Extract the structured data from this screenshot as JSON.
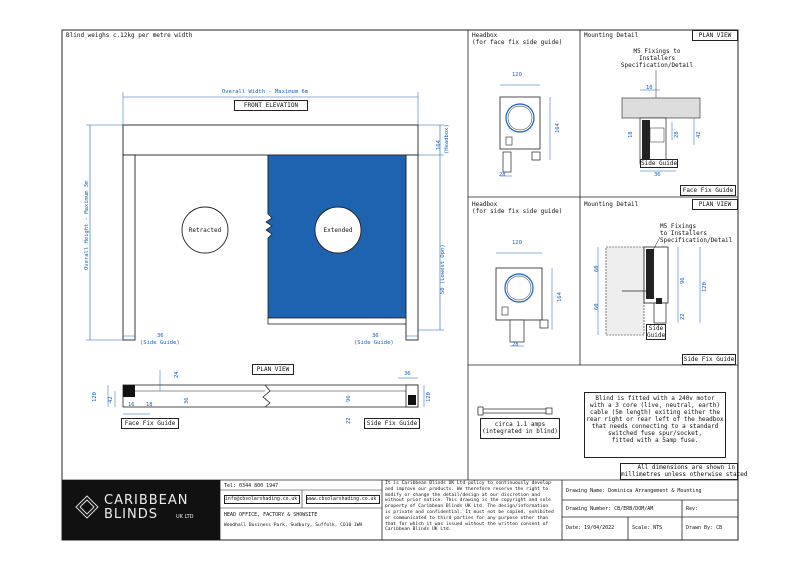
{
  "drawing": {
    "weight_note": "Blind weighs c.12kg per metre width",
    "front_elevation": "FRONT ELEVATION",
    "overall_width": "Overall Width - Maximum 6m",
    "overall_height": "Overall Height - Maximum 3m",
    "headbox_height": "164",
    "headbox_sub": "(Headbox)",
    "retracted": "Retracted",
    "extended": "Extended",
    "opening": "50 (Lowest Opn)",
    "side_guide_left_num": "36",
    "side_guide_left": "(Side Guide)",
    "side_guide_right_num": "36",
    "side_guide_right": "(Side Guide)",
    "plan_view": "PLAN VIEW",
    "face_fix_guide": "Face Fix Guide",
    "side_fix_guide": "Side Fix Guide",
    "plan_dims": {
      "d120": "120",
      "d42": "42",
      "d16": "16",
      "d18": "18",
      "d24": "24",
      "d36a": "36",
      "d96": "96",
      "d22": "22",
      "d36b": "36",
      "d120b": "120"
    }
  },
  "detail_top": {
    "headbox_title": "Headbox",
    "headbox_sub": "(for face fix side guide)",
    "dim_width": "120",
    "dim_height": "164",
    "dim_base": "28",
    "mounting_title": "Mounting Detail",
    "plan_view": "PLAN VIEW",
    "fixings_1": "M5 Fixings to",
    "fixings_2": "Installers",
    "fixings_3": "Specification/Detail",
    "dim_10": "10",
    "dim_28": "28",
    "dim_42": "42",
    "dim_18": "18",
    "dim_36": "36",
    "side_guide": "Side Guide",
    "caption": "Face Fix Guide"
  },
  "detail_mid": {
    "headbox_title": "Headbox",
    "headbox_sub": "(for side fix side guide)",
    "dim_width": "120",
    "dim_height": "164",
    "dim_base": "28",
    "mounting_title": "Mounting Detail",
    "plan_view": "PLAN VIEW",
    "fixings_1": "M5 Fixings",
    "fixings_2": "to Installers",
    "fixings_3": "Specification/Detail",
    "dim_60a": "60",
    "dim_60b": "60",
    "dim_96": "96",
    "dim_120": "120",
    "dim_22": "22",
    "side_guide_1": "Side",
    "side_guide_2": "Guide",
    "caption": "Side Fix Guide"
  },
  "motor": {
    "amps_1": "circa 1.1 amps",
    "amps_2": "(integrated in blind)",
    "note_lines": [
      "Blind is fitted with a 240v motor",
      "with a 3 core (live, neutral, earth)",
      "cable (5m length) exiting either the",
      "rear right or rear left of the headbox",
      "that needs connecting to a standard",
      "switched fuse spur/socket,",
      "fitted with a 5amp fuse."
    ],
    "dims_1": "All dimensions are shown in",
    "dims_2": "millimetres unless otherwise stated"
  },
  "title_block": {
    "logo_1": "CARIBBEAN",
    "logo_2": "BLINDS",
    "logo_3": "UK LTD",
    "tel": "Tel: 0344 800 1947",
    "email": "info@cbsolarshading.co.uk",
    "web": "www.cbsolarshading.co.uk",
    "office_1": "HEAD OFFICE, FACTORY & SHOWSITE",
    "office_2": "Woodhall Business Park, Sudbury, Suffolk, CO10 1WH",
    "policy": [
      "It is Caribbean Blinds UK Ltd policy to continuously develop",
      "and improve our products. We therefore reserve the right to",
      "modify or change the detail/design at our discretion and",
      "without prior notice. This drawing is the copyright and sole",
      "property of Caribbean Blinds UK Ltd. The design/information",
      "is private and confidential. It must not be copied, exhibited",
      "or communicated to third parties for any purpose other than",
      "that for which it was issued without the written consent of",
      "Caribbean Blinds UK Ltd."
    ],
    "drawing_name": "Drawing Name: Dominica Arrangement & Mounting",
    "drawing_number": "Drawing Number: CB/ERB/DOM/AM",
    "rev": "Rev:",
    "date": "Date: 19/04/2022",
    "scale": "Scale: NTS",
    "drawn_by": "Drawn By: CB"
  },
  "colors": {
    "blind": "#1d63b0",
    "dim": "#1560bd",
    "line": "#222222",
    "logo_bg": "#111111"
  }
}
